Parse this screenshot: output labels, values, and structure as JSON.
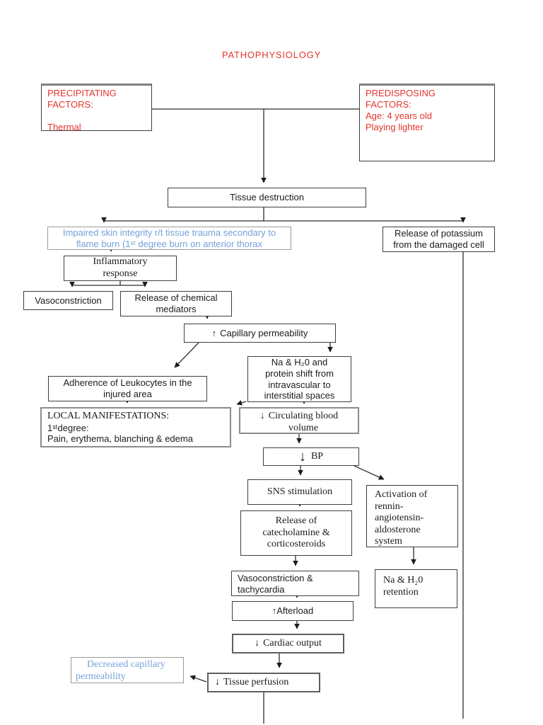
{
  "colors": {
    "red": "#e4352c",
    "blue": "#74a3d8",
    "line": "#2e2e2e"
  },
  "title": "PATHOPHYSIOLOGY",
  "nodes": {
    "precipitating": "PRECIPITATING\nFACTORS:\n\nThermal",
    "predisposing": "PREDISPOSING\nFACTORS:\nAge: 4 years old\nPlaying lighter",
    "tissue_destruction": "Tissue destruction",
    "impaired_skin": "Impaired skin integrity r/t tissue trauma secondary to\nflame burn (1ˢᵗ degree burn on anterior thorax",
    "release_potassium": "Release of potassium\nfrom the damaged cell",
    "inflammatory": "Inflammatory\nresponse",
    "vasoconstriction": "Vasoconstriction",
    "chemical_mediators": "Release of chemical\nmediators",
    "capillary_permeability": {
      "arrow": "↑",
      "label": "Capillary permeability"
    },
    "na_shift": "Na & H₂0 and\nprotein shift from\nintravascular to\ninterstitial spaces",
    "adherence": "Adherence of Leukocytes in the\ninjured area",
    "local_manifestations": {
      "heading": "LOCAL MANIFESTATIONS:",
      "degree": "1ˢᵗdegree:",
      "symptoms": "Pain, erythema, blanching & edema"
    },
    "circulating": {
      "arrow": "↓",
      "label": "Circulating blood\nvolume"
    },
    "bp": {
      "arrow": "↓",
      "label": "BP"
    },
    "sns": "SNS stimulation",
    "catecholamine": "Release of\ncatecholamine &\ncorticosteroids",
    "raas": "Activation of\nrennin-\nangiotensin-\naldosterone\nsystem",
    "na_retention": "Na & H₂0\nretention",
    "vaso_tachy": "Vasoconstriction &\ntachycardia",
    "afterload": {
      "arrow": "↑",
      "label": "Afterload"
    },
    "cardiac_output": {
      "arrow": "↓",
      "label": "Cardiac output"
    },
    "tissue_perfusion": {
      "arrow": "↓",
      "label": "Tissue perfusion"
    },
    "decreased_capillary": "Decreased capillary\npermeability"
  }
}
